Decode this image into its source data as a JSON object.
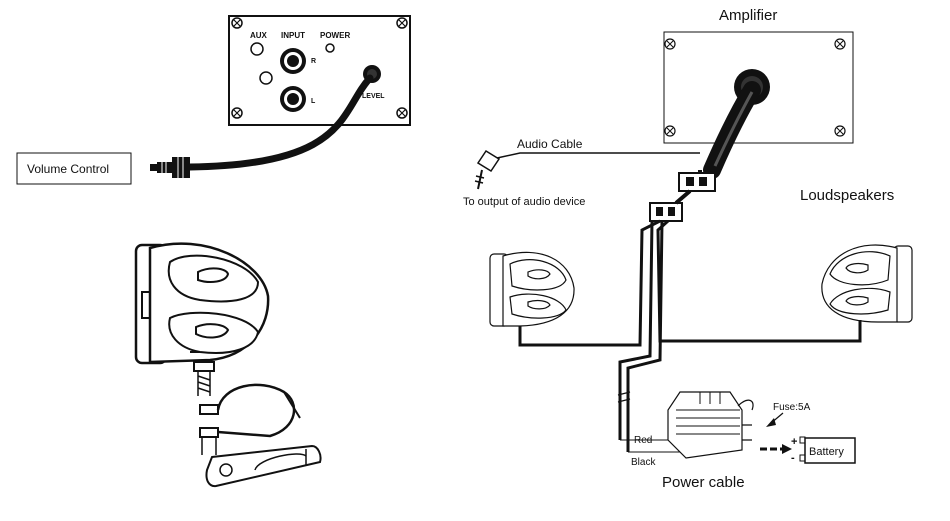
{
  "labels": {
    "volume_control": "Volume Control",
    "aux": "AUX",
    "input": "INPUT",
    "power": "POWER",
    "r": "R",
    "l": "L",
    "level": "LEVEL",
    "amplifier": "Amplifier",
    "audio_cable": "Audio Cable",
    "to_output": "To output of audio device",
    "loudspeakers": "Loudspeakers",
    "fuse": "Fuse:5A",
    "red": "Red",
    "black": "Black",
    "plus": "+",
    "minus": "-",
    "battery": "Battery",
    "power_cable": "Power cable"
  }
}
